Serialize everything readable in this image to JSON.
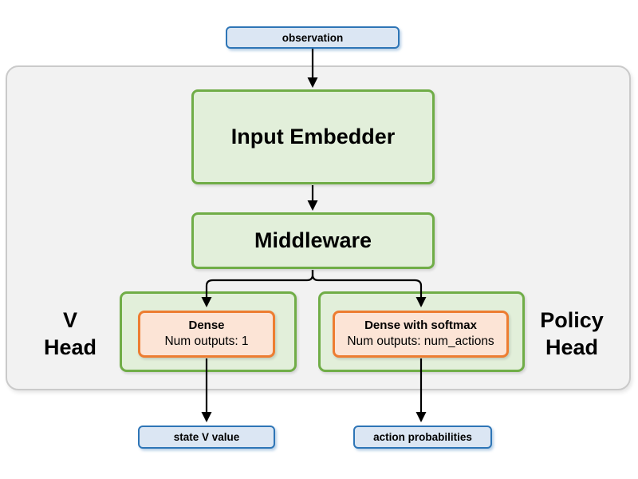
{
  "colors": {
    "blue_border": "#2e75b6",
    "blue_fill": "#dbe6f3",
    "green_border": "#70ad47",
    "green_fill": "#e2efda",
    "orange_border": "#ed7d31",
    "orange_fill": "#fce4d6",
    "container_fill": "#f2f2f2",
    "container_border": "#cacaca",
    "arrow": "#000000"
  },
  "nodes": {
    "observation": {
      "label": "observation"
    },
    "input_embedder": {
      "label": "Input Embedder"
    },
    "middleware": {
      "label": "Middleware"
    },
    "v_head": {
      "line1": "V",
      "line2": "Head"
    },
    "policy_head": {
      "line1": "Policy",
      "line2": "Head"
    },
    "v_dense": {
      "title": "Dense",
      "subtitle": "Num outputs: 1"
    },
    "policy_dense": {
      "title": "Dense with softmax",
      "subtitle": "Num outputs: num_actions"
    },
    "state_v_value": {
      "label": "state V value"
    },
    "action_probabilities": {
      "label": "action probabilities"
    }
  }
}
